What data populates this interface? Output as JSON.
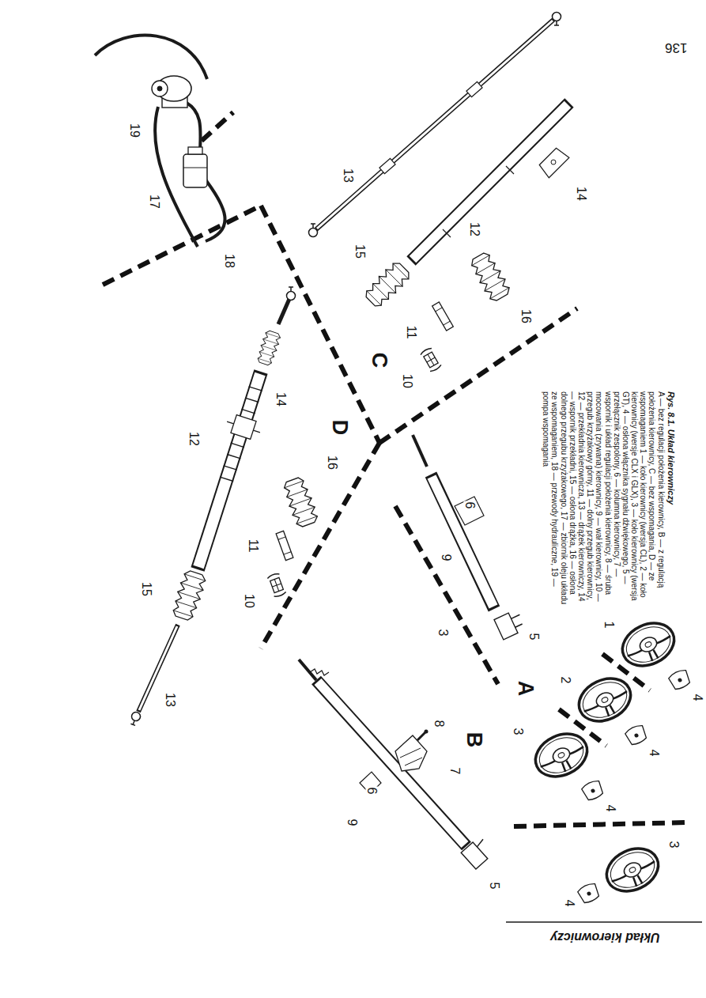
{
  "diagram": {
    "title": "Rys. 8.1. Układ kierowniczy",
    "caption": "A — bez regulacji położenia kierownicy, B — z regulacją położenia kierownicy, C — bez wspomagania, D — ze wspomaganiem 1 — koło kierownicy (wersja CL), 2 — koło kierownicy (wersje CLX i GLX), 3 — koło kierownicy (wersja GT), 4 — osłona włącznika sygnału dźwiękowego, 5 — przełącznik zespolony, 6 — kolumna kierownicy, 7 — wspornik i układ regulacji położenia kierownicy, 8 — śruba mocowania (zrywana) kierownicy, 9 — wał kierownicy, 10 — przegub krzyżakowy górny, 11 — dolny przegub kierownicy, 12 — przekładnia kierownicza, 13 — drążek kierowniczy, 14 — wspornik przekładni, 15 — osłona drążka, 16 — osłona dolnego przegubu krzyżakowego, 17 — zbiornik oleju układu ze wspomaganiem, 18 — przewody hydrauliczne, 19 — pompa wspomagania",
    "labels": [
      "136",
      "Układ kierowniczy",
      "1",
      "4",
      "2",
      "4",
      "3",
      "4",
      "3",
      "4",
      "5",
      "6",
      "9",
      "3",
      "A",
      "B",
      "8",
      "7",
      "6",
      "9",
      "5",
      "C",
      "D",
      "13",
      "15",
      "16",
      "12",
      "14",
      "11",
      "10",
      "19",
      "17",
      "18",
      "12",
      "14",
      "16",
      "11",
      "10",
      "15",
      "13"
    ]
  }
}
